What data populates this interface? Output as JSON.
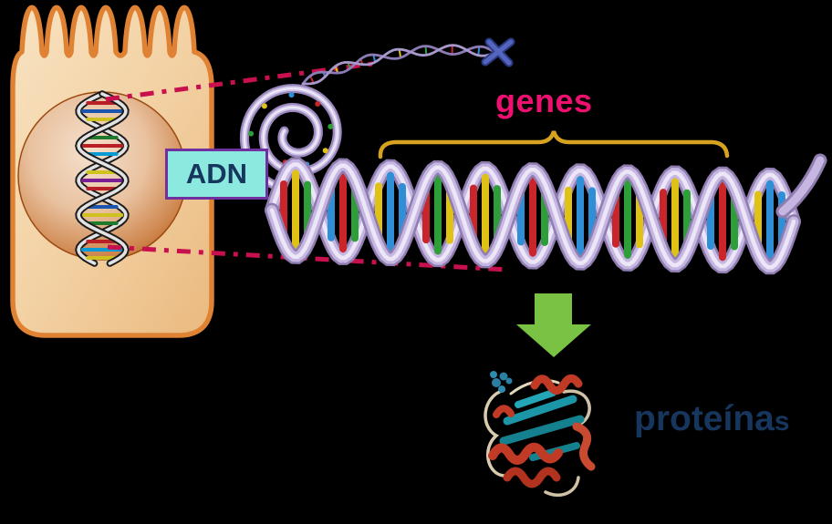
{
  "diagram": {
    "background_color": "#000000",
    "labels": {
      "adn": "ADN",
      "genes": "genes",
      "proteinas_main": "proteína",
      "proteinas_suffix": "s"
    },
    "colors": {
      "genes_text": "#EE1070",
      "proteinas_text": "#17365D",
      "adn_text": "#17365D",
      "adn_box_fill": "#8CE9DF",
      "adn_box_border": "#7030A0",
      "brace": "#D7A21E",
      "arrow": "#79C243",
      "zoom_lines": "#C8104E",
      "dna_backbone": "#C5B7E2",
      "cell_fill": "#F2CFA0",
      "cell_outline": "#DF8233"
    },
    "icons": [
      "cell-illustration",
      "nucleus",
      "nuclear-dna-helix",
      "zoom-indicator-lines",
      "dna-coil",
      "dna-thin-strand",
      "chromosome-icon",
      "dna-double-helix",
      "genes-brace",
      "down-arrow-icon",
      "protein-structure"
    ]
  }
}
